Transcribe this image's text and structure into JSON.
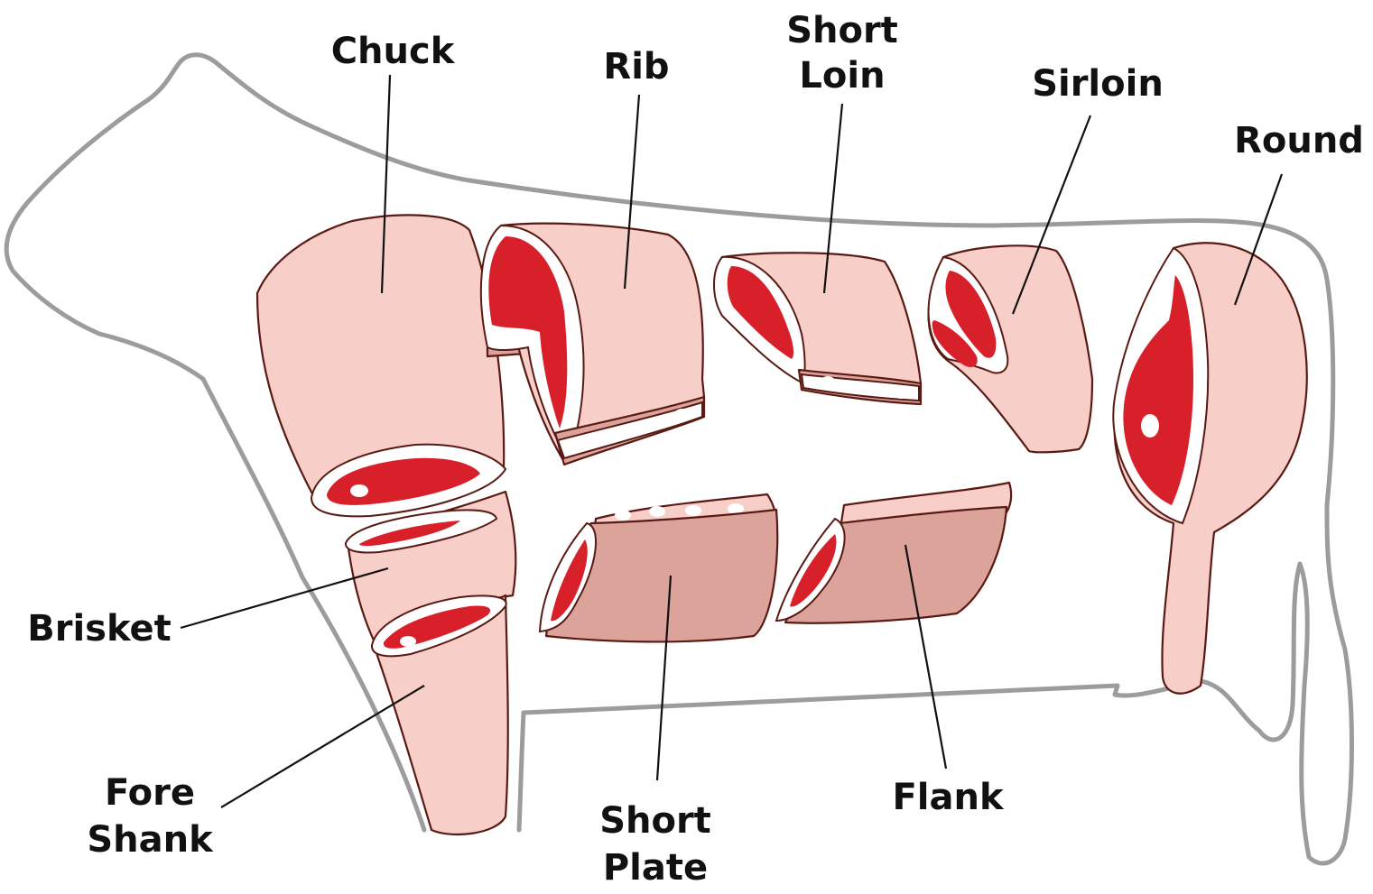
{
  "cuts": [
    {
      "id": "chuck",
      "label_lines": [
        "Chuck"
      ]
    },
    {
      "id": "rib",
      "label_lines": [
        "Rib"
      ]
    },
    {
      "id": "short_loin",
      "label_lines": [
        "Short",
        "Loin"
      ]
    },
    {
      "id": "sirloin",
      "label_lines": [
        "Sirloin"
      ]
    },
    {
      "id": "round",
      "label_lines": [
        "Round"
      ]
    },
    {
      "id": "brisket",
      "label_lines": [
        "Brisket"
      ]
    },
    {
      "id": "fore_shank",
      "label_lines": [
        "Fore",
        "Shank"
      ]
    },
    {
      "id": "short_plate",
      "label_lines": [
        "Short",
        "Plate"
      ]
    },
    {
      "id": "flank",
      "label_lines": [
        "Flank"
      ]
    }
  ],
  "colors": {
    "outline": "#9c9c9c",
    "cut_light": "#f8cfc8",
    "cut_dark": "#dba39a",
    "meat_red": "#d8202a",
    "fat_white": "#ffffff",
    "label": "#111111"
  }
}
